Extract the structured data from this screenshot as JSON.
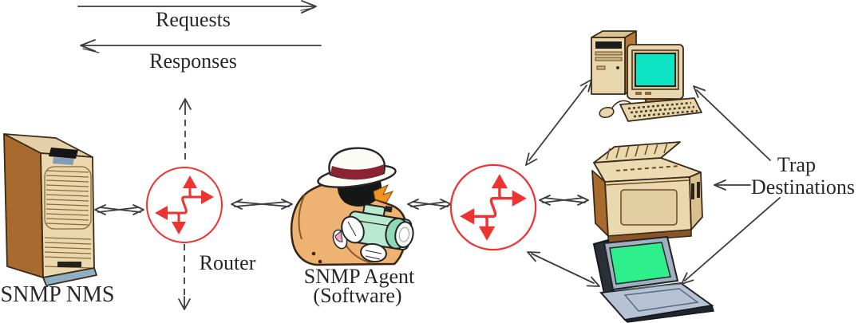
{
  "diagram": {
    "flows": {
      "requests": "Requests",
      "responses": "Responses"
    },
    "nodes": {
      "nms": {
        "name": "SNMP NMS",
        "icon": "server-tower-icon"
      },
      "router": {
        "name": "Router",
        "icon": "router-icon"
      },
      "agent": {
        "name": "SNMP Agent",
        "qualifier": "(Software)",
        "icon": "spy-with-camera-icon"
      },
      "workstation": {
        "icon": "desktop-computer-icon"
      },
      "printer": {
        "icon": "printer-icon"
      },
      "laptop": {
        "icon": "laptop-icon"
      },
      "trap_destinations": {
        "line1": "Trap",
        "line2": "Destinations"
      }
    },
    "colors": {
      "line": "#3c3c3c",
      "text": "#26262c",
      "router_red": "#ee3333",
      "screen_cyan": "#0ce4c4",
      "screen_green": "#2df08c",
      "device_tan": "#ecd8ae",
      "device_brown": "#a96a2e",
      "coat_tan": "#eeb272",
      "camera_mint": "#b9ead0",
      "hat_white": "#fcfcf6",
      "hat_band_red": "#8c2332",
      "eye_green": "#b2d43a",
      "laptop_gray": "#b6c3d4",
      "base_blue": "#8fb0c4"
    }
  }
}
